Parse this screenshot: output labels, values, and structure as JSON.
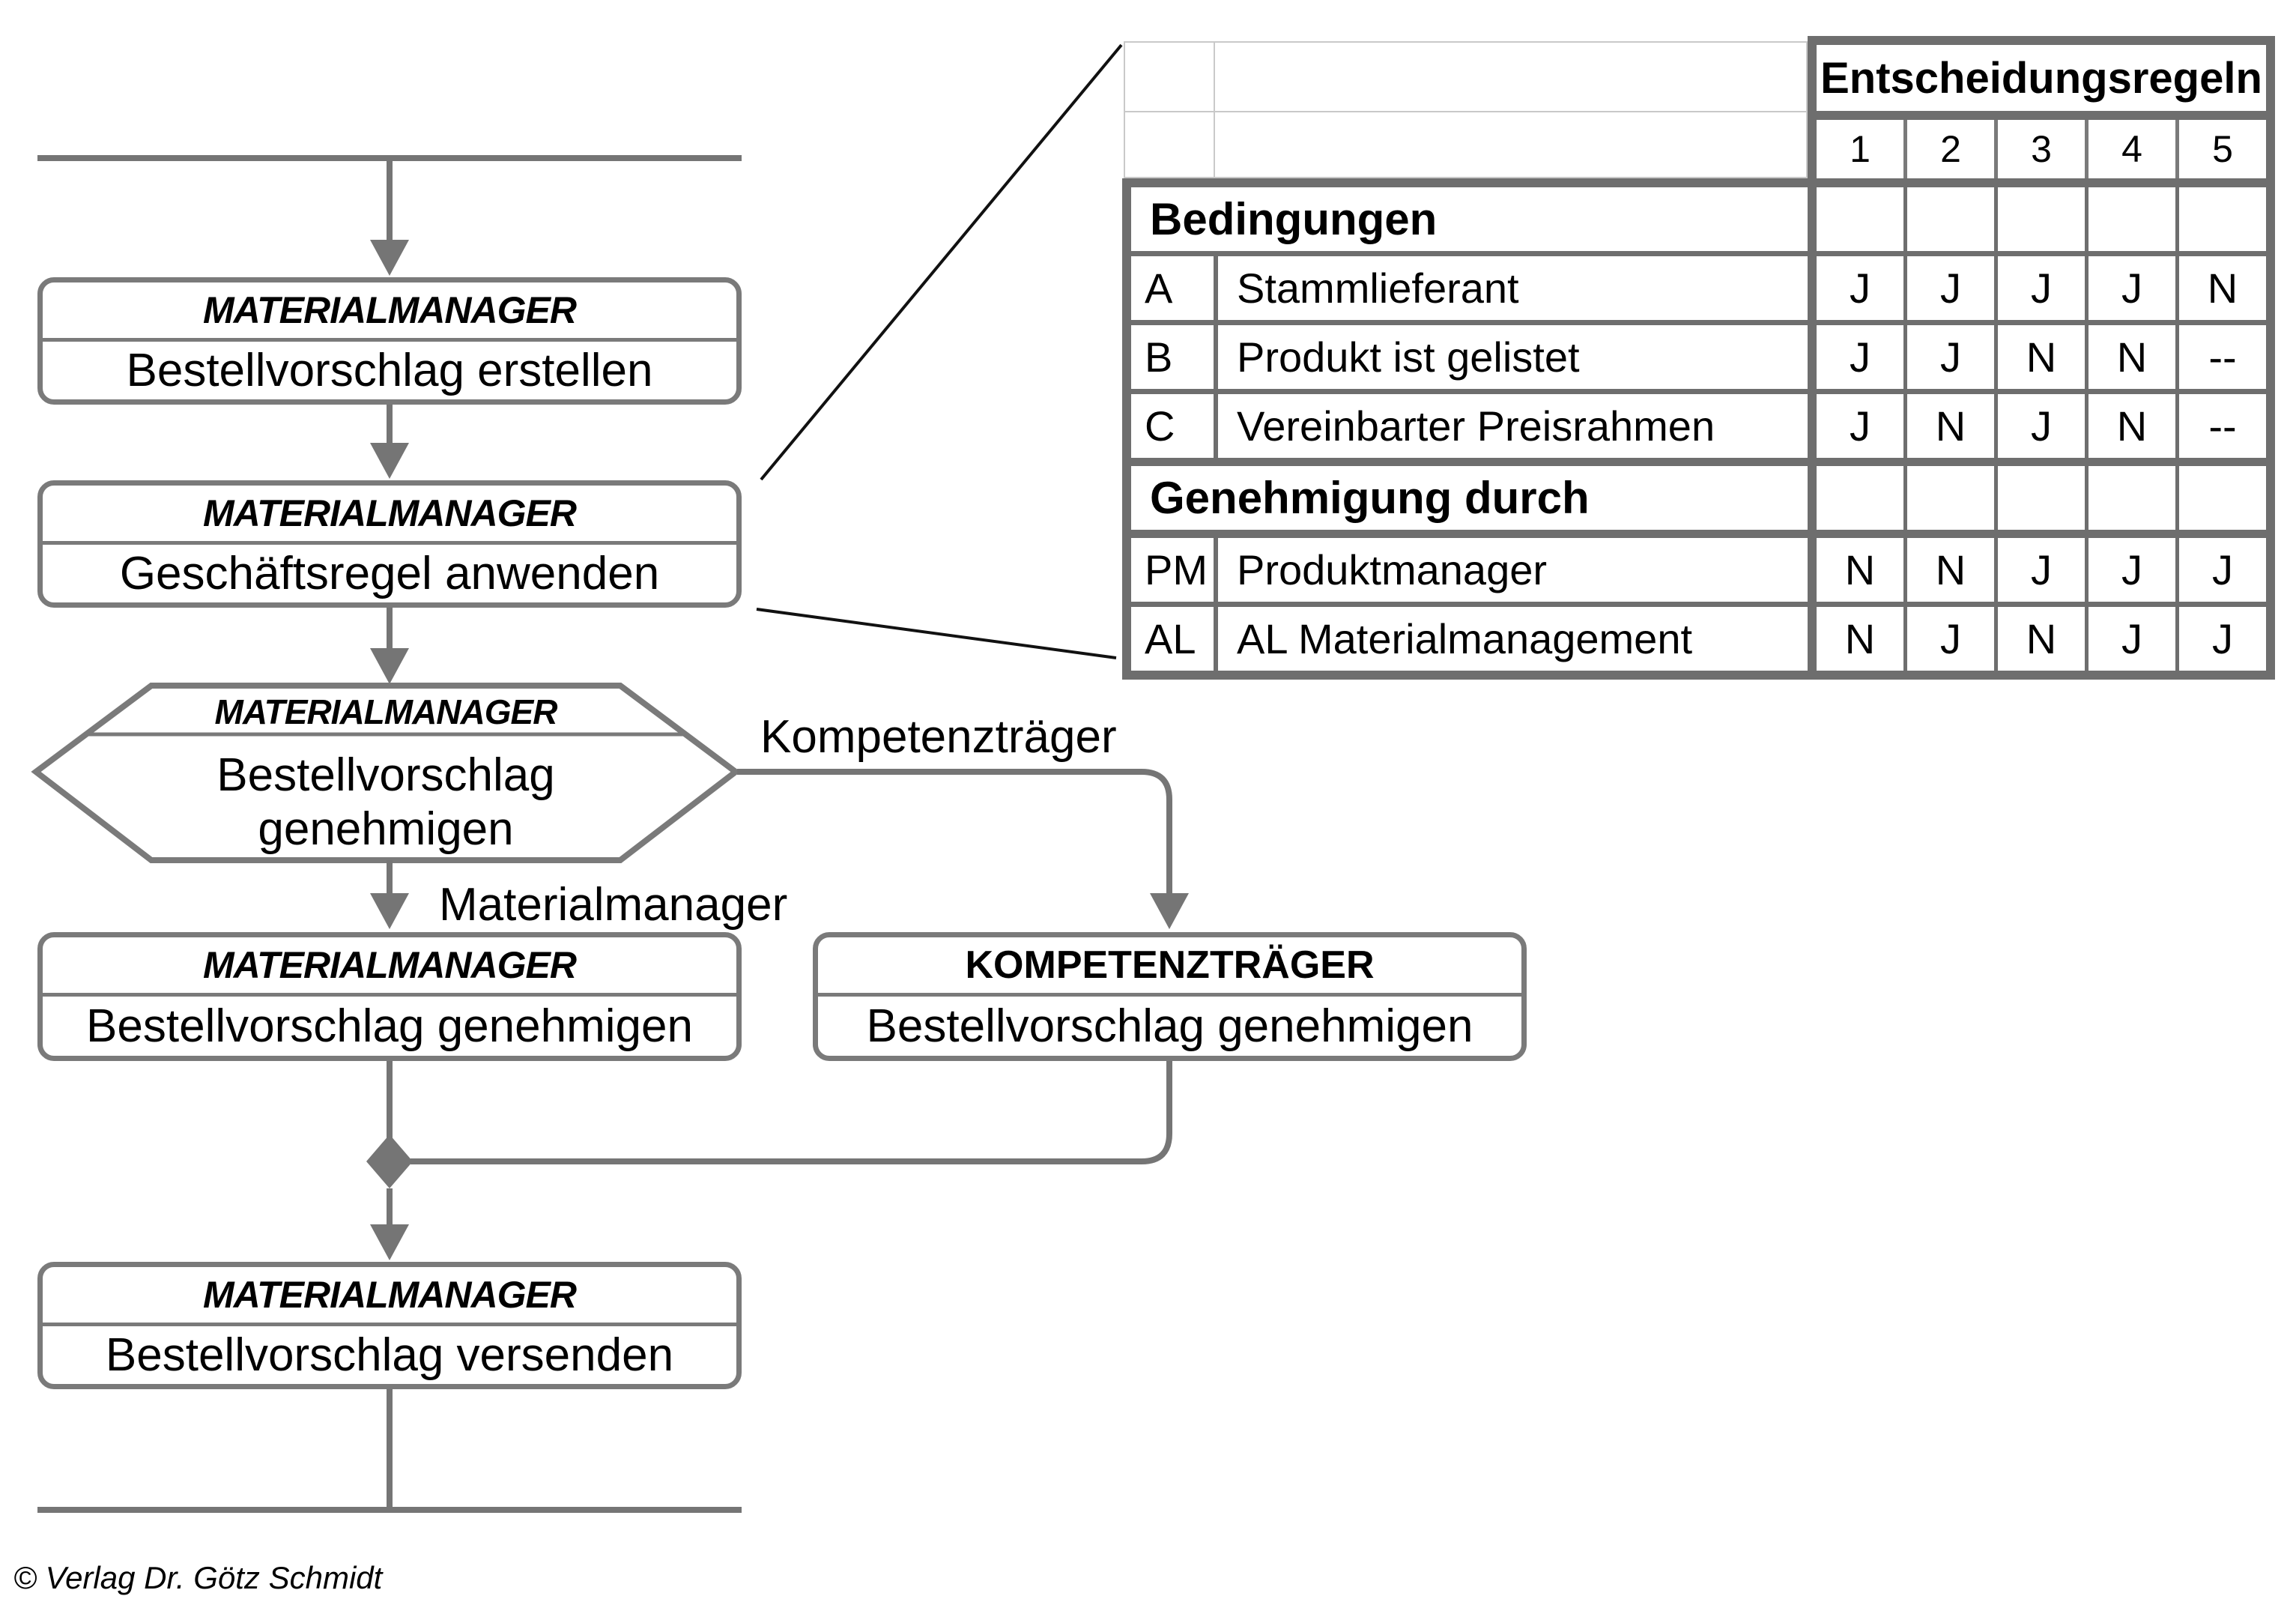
{
  "flow": {
    "steps": {
      "create": {
        "role": "MATERIALMANAGER",
        "task": "Bestellvorschlag erstellen"
      },
      "apply_rule": {
        "role": "MATERIALMANAGER",
        "task": "Geschäftsregel anwenden"
      },
      "decide": {
        "role": "MATERIALMANAGER",
        "task_line1": "Bestellvorschlag",
        "task_line2": "genehmigen"
      },
      "approve_mm": {
        "role": "MATERIALMANAGER",
        "task": "Bestellvorschlag genehmigen"
      },
      "approve_kt": {
        "role": "KOMPETENZTRÄGER",
        "task": "Bestellvorschlag genehmigen"
      },
      "send": {
        "role": "MATERIALMANAGER",
        "task": "Bestellvorschlag versenden"
      }
    },
    "edge_labels": {
      "down": "Materialmanager",
      "right": "Kompetenzträger"
    }
  },
  "decision_table": {
    "title": "Entscheidungsregeln",
    "rule_numbers": [
      "1",
      "2",
      "3",
      "4",
      "5"
    ],
    "sections": [
      {
        "header": "Bedingungen",
        "rows": [
          {
            "key": "A",
            "label": "Stammlieferant",
            "values": [
              "J",
              "J",
              "J",
              "J",
              "N"
            ]
          },
          {
            "key": "B",
            "label": "Produkt ist gelistet",
            "values": [
              "J",
              "J",
              "N",
              "N",
              "--"
            ]
          },
          {
            "key": "C",
            "label": "Vereinbarter Preisrahmen",
            "values": [
              "J",
              "N",
              "J",
              "N",
              "--"
            ]
          }
        ]
      },
      {
        "header": "Genehmigung durch",
        "rows": [
          {
            "key": "PM",
            "label": "Produktmanager",
            "values": [
              "N",
              "N",
              "J",
              "J",
              "J"
            ]
          },
          {
            "key": "AL",
            "label": "AL Materialmanagement",
            "values": [
              "N",
              "J",
              "N",
              "J",
              "J"
            ]
          }
        ]
      }
    ]
  },
  "footer": {
    "copyright": "© Verlag Dr. Götz Schmidt"
  },
  "colors": {
    "line": "#757575",
    "box_border": "#7a7a7a",
    "table_border": "#6e6e6e",
    "light_grid": "#c9c9c9",
    "callout": "#111111",
    "text": "#000000"
  }
}
